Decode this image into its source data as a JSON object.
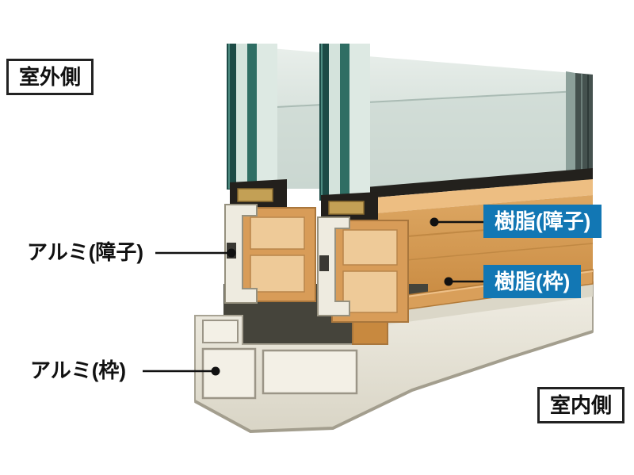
{
  "labels": {
    "outdoor_side": "室外側",
    "indoor_side": "室内側",
    "aluminum_sash": "アルミ(障子)",
    "aluminum_frame": "アルミ(枠)",
    "resin_sash": "樹脂(障子)",
    "resin_frame": "樹脂(枠)"
  },
  "colors": {
    "callout_blue": "#1277b4",
    "resin_tan": "#d89c58",
    "aluminum_cream": "#eeebe0",
    "glass_teal": "#1d4b46",
    "gasket_black": "#23201c",
    "spacer_gold": "#c3a055",
    "label_text": "#111111",
    "background": "#ffffff"
  }
}
